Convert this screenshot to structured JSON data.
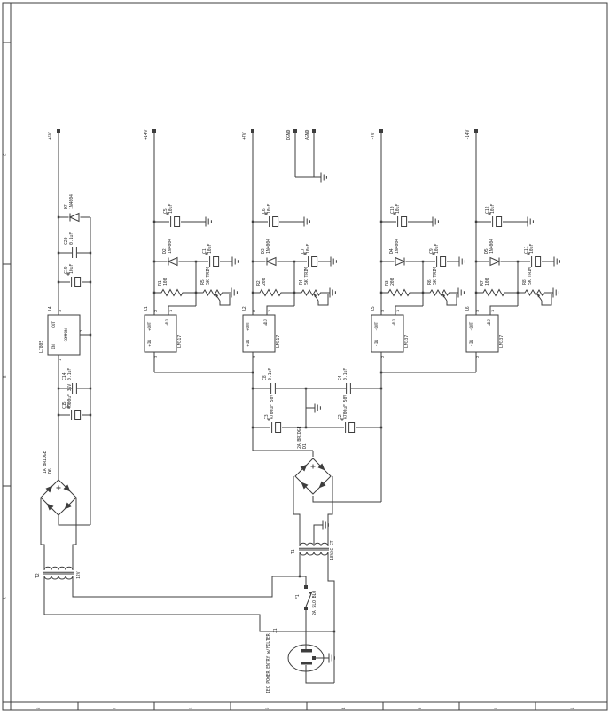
{
  "zones": {
    "bottom": [
      "8",
      "7",
      "6",
      "5",
      "4",
      "3",
      "2",
      "1"
    ],
    "left": [
      "C",
      "B",
      "A"
    ]
  },
  "rails": {
    "p5": "+5V",
    "p14": "+14V",
    "p7": "+7V",
    "dgnd": "DGND",
    "agnd": "AGND",
    "n7": "-7V",
    "n14": "-14V"
  },
  "reg5": {
    "ref": "U4",
    "part": "L7805",
    "pin_in": "IN",
    "pin_out": "OUT",
    "pin_common": "COMMON",
    "pin_in_num": "1",
    "pin_out_num": "3",
    "pin_common_num": "2",
    "diode_ref": "D7",
    "diode_val": "1N4004",
    "cap1_ref": "C20",
    "cap1_val": "0.1uF",
    "cap2_ref": "C19",
    "cap2_val": "10uF",
    "cap3_ref": "C14",
    "cap3_val": "0.1uF",
    "cap4_ref": "C15",
    "cap4_val": "4700uF 35V",
    "bridge_ref": "D6",
    "bridge_val": "1A BRIDGE",
    "xfmr_ref": "T2",
    "xfmr_val": "12V"
  },
  "sections": [
    {
      "reg_ref": "U1",
      "reg_part": "LM317",
      "pin_out": "+OUT",
      "pin_adj": "ADJ",
      "pin_in": "+IN",
      "pin_out_num": "2",
      "pin_adj_num": "1",
      "pin_in_num": "3",
      "cap_rail_ref": "C5",
      "cap_rail_val": "10uF",
      "diode_ref": "D2",
      "diode_val": "1N4004",
      "cap_adj_ref": "C1",
      "cap_adj_val": "10uF",
      "res_ref": "R1",
      "res_val": "100",
      "pot_ref": "R5",
      "pot_val": "5K TRIM"
    },
    {
      "reg_ref": "U2",
      "reg_part": "LM317",
      "pin_out": "+OUT",
      "pin_adj": "ADJ",
      "pin_in": "+IN",
      "pin_out_num": "2",
      "pin_adj_num": "1",
      "pin_in_num": "3",
      "cap_rail_ref": "C6",
      "cap_rail_val": "10uF",
      "diode_ref": "D3",
      "diode_val": "1N4004",
      "cap_adj_ref": "C7",
      "cap_adj_val": "10uF",
      "res_ref": "R2",
      "res_val": "200",
      "pot_ref": "R4",
      "pot_val": "5K TRIM"
    },
    {
      "reg_ref": "U5",
      "reg_part": "LM337",
      "pin_out": "-OUT",
      "pin_adj": "ADJ",
      "pin_in": "-IN",
      "pin_out_num": "3",
      "pin_adj_num": "1",
      "pin_in_num": "2",
      "cap_rail_ref": "C10",
      "cap_rail_val": "10uF",
      "diode_ref": "D4",
      "diode_val": "1N4004",
      "cap_adj_ref": "C9",
      "cap_adj_val": "10uF",
      "res_ref": "R3",
      "res_val": "200",
      "pot_ref": "R6",
      "pot_val": "5K TRIM"
    },
    {
      "reg_ref": "U6",
      "reg_part": "LM337",
      "pin_out": "-OUT",
      "pin_adj": "ADJ",
      "pin_in": "-IN",
      "pin_out_num": "3",
      "pin_adj_num": "1",
      "pin_in_num": "2",
      "cap_rail_ref": "C12",
      "cap_rail_val": "10uF",
      "diode_ref": "D5",
      "diode_val": "1N4004",
      "cap_adj_ref": "C11",
      "cap_adj_val": "10uF",
      "res_ref": "R7",
      "res_val": "100",
      "pot_ref": "R8",
      "pot_val": "5K TRIM"
    }
  ],
  "unreg": {
    "cap_pos_film_ref": "C8",
    "cap_pos_film_val": "0.1uF",
    "cap_pos_bulk_ref": "C3",
    "cap_pos_bulk_val": "4700uF 50V",
    "cap_neg_film_ref": "C4",
    "cap_neg_film_val": "0.1uF",
    "cap_neg_bulk_ref": "C2",
    "cap_neg_bulk_val": "4700uF 50V",
    "bridge_ref": "D1",
    "bridge_val": "2A BRIDGE"
  },
  "mains": {
    "xfmr_ref": "T1",
    "xfmr_val": "18VAC CT",
    "fuse_ref": "F1",
    "fuse_val": "2A SLO BLO",
    "inlet_label": "IEC POWER ENTRY w/FILTER",
    "inlet_ref": "J1"
  }
}
